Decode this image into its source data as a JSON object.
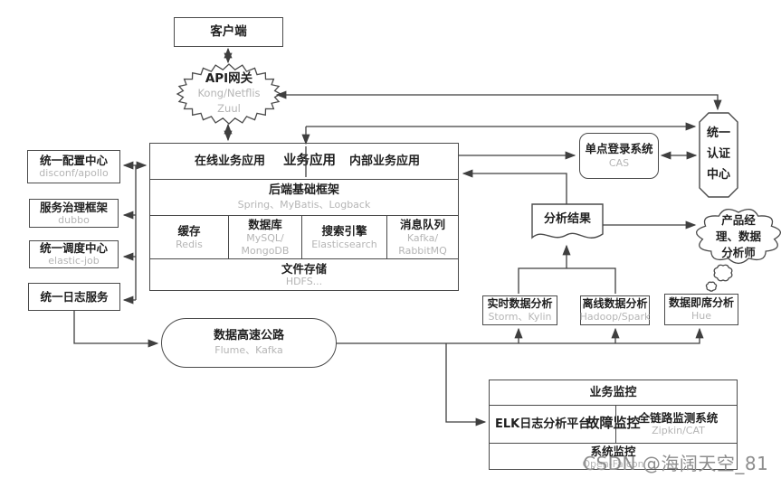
{
  "diagram": {
    "client": "客户端",
    "gateway": {
      "title": "API网关",
      "sub": "Kong/Netflis\nZuul"
    },
    "left_services": [
      {
        "label": "统一配置中心",
        "sub": "disconf/apollo"
      },
      {
        "label": "服务治理框架",
        "sub": "dubbo"
      },
      {
        "label": "统一调度中心",
        "sub": "elastic-job"
      },
      {
        "label": "统一日志服务"
      }
    ],
    "platform": {
      "apps": [
        "在线业务应用",
        "业务应用",
        "内部业务应用"
      ],
      "framework": {
        "label": "后端基础框架",
        "sub": "Spring、MyBatis、Logback"
      },
      "middleware": [
        {
          "label": "缓存",
          "sub": "Redis"
        },
        {
          "label": "数据库",
          "sub": "MySQL/\nMongoDB"
        },
        {
          "label": "搜索引擎",
          "sub": "Elasticsearch"
        },
        {
          "label": "消息队列",
          "sub": "Kafka/\nRabbitMQ"
        }
      ],
      "storage": {
        "label": "文件存储",
        "sub": "HDFS..."
      }
    },
    "sso": {
      "label": "单点登录系统",
      "sub": "CAS"
    },
    "auth_center": {
      "label": "统一\n认证\n中心"
    },
    "analysis_result": {
      "label": "分析结果"
    },
    "consumers": {
      "label": "产品经\n理、数据\n分析师"
    },
    "data_highway": {
      "label": "数据高速公路",
      "sub": "Flume、Kafka"
    },
    "analytics": [
      {
        "label": "实时数据分析",
        "sub": "Storm、Kylin"
      },
      {
        "label": "离线数据分析",
        "sub": "Hadoop/Spark"
      },
      {
        "label": "数据即席分析",
        "sub": "Hue"
      }
    ],
    "monitoring": {
      "business": "业务监控",
      "elk": "ELK日志分析平台",
      "fault": "故障监控",
      "tracing": {
        "label": "全链路监测系统",
        "sub": "Zipkin/CAT"
      },
      "system": {
        "label": "系统监控",
        "sub": "Open-Falcon"
      }
    }
  },
  "watermark": "CSDN @海阔天空_81",
  "colors": {
    "line": "#3f3f3f",
    "text": "#1f1f1f",
    "subtext": "#b5b5b5",
    "background": "#ffffff"
  }
}
